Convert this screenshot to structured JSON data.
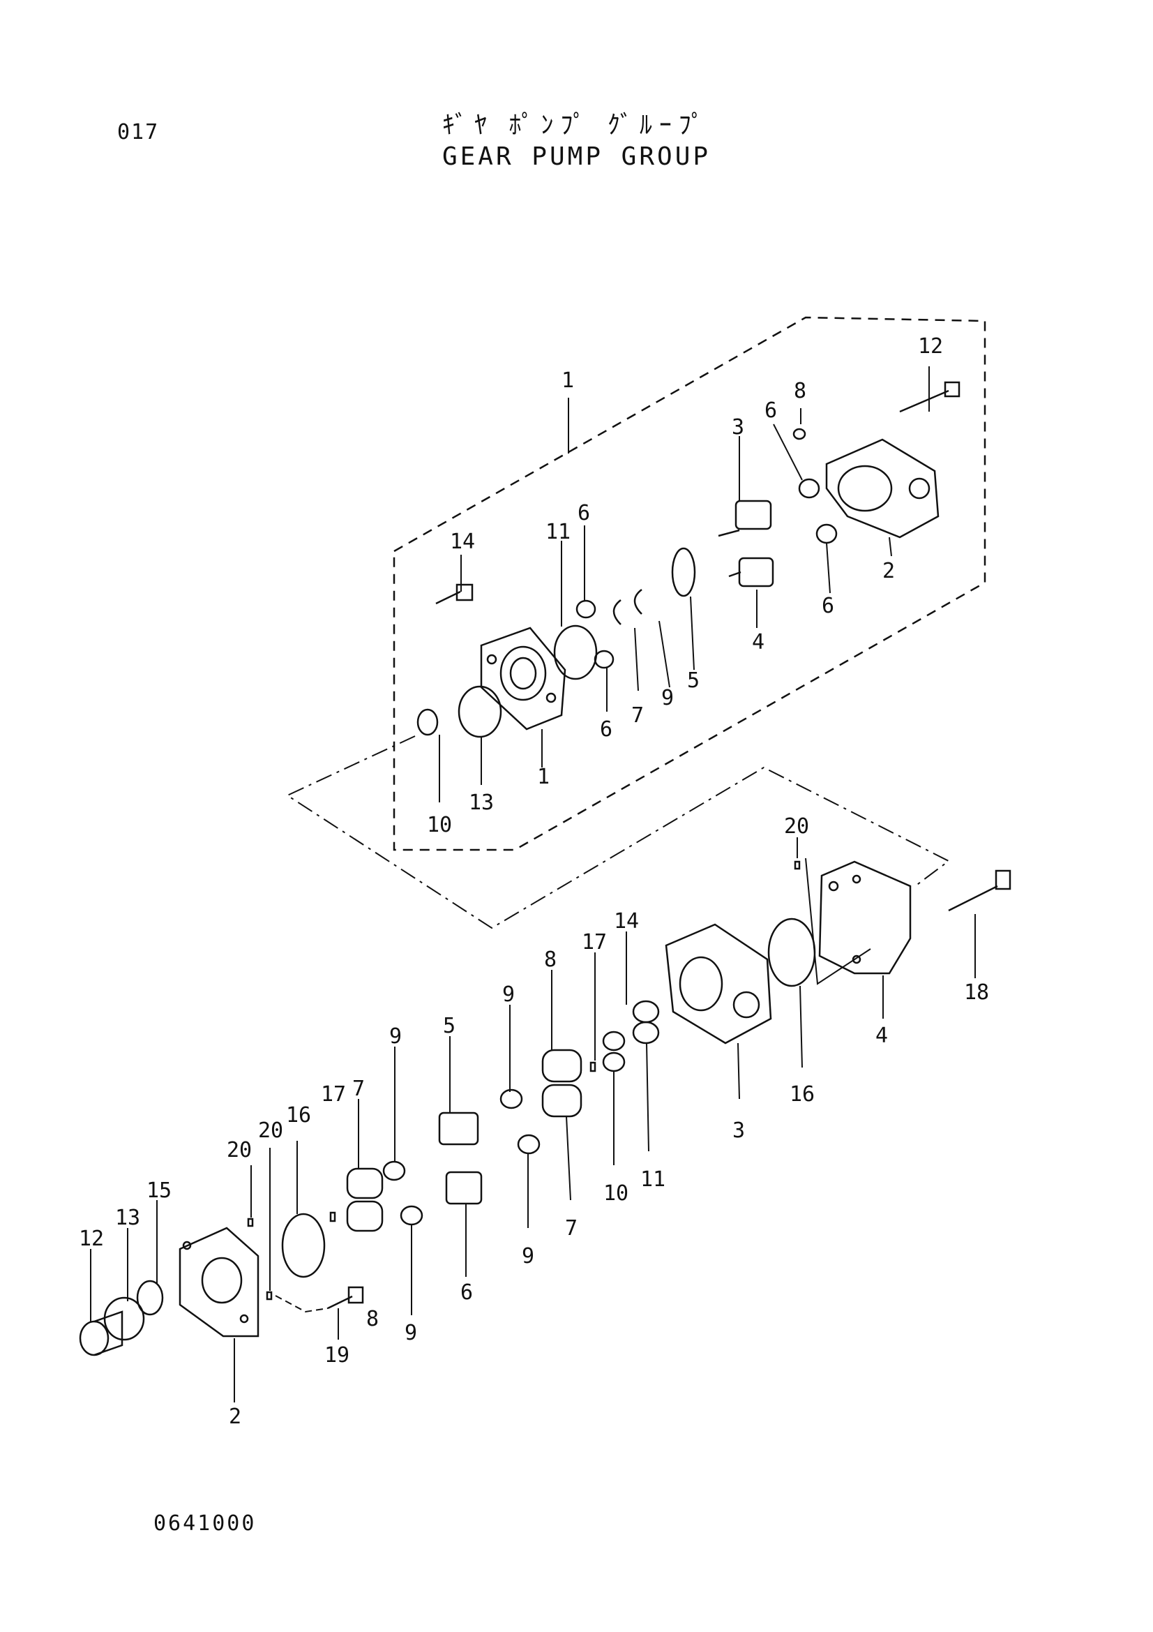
{
  "header": {
    "page_number": "017",
    "title_jp": "ｷﾞﾔ ﾎﾟﾝﾌﾟ ｸﾞﾙｰﾌﾟ",
    "title_en": "GEAR PUMP GROUP"
  },
  "footer": {
    "drawing_number": "0641000"
  },
  "callouts_upper": [
    {
      "id": "u-1",
      "text": "1"
    },
    {
      "id": "u-12",
      "text": "12"
    },
    {
      "id": "u-8",
      "text": "8"
    },
    {
      "id": "u-6a",
      "text": "6"
    },
    {
      "id": "u-3",
      "text": "3"
    },
    {
      "id": "u-2",
      "text": "2"
    },
    {
      "id": "u-6b",
      "text": "6"
    },
    {
      "id": "u-4",
      "text": "4"
    },
    {
      "id": "u-14",
      "text": "14"
    },
    {
      "id": "u-11",
      "text": "11"
    },
    {
      "id": "u-6c",
      "text": "6"
    },
    {
      "id": "u-6d",
      "text": "6"
    },
    {
      "id": "u-7",
      "text": "7"
    },
    {
      "id": "u-9",
      "text": "9"
    },
    {
      "id": "u-5",
      "text": "5"
    },
    {
      "id": "u-1b",
      "text": "1"
    },
    {
      "id": "u-13",
      "text": "13"
    },
    {
      "id": "u-10",
      "text": "10"
    }
  ],
  "callouts_lower": [
    {
      "id": "l-20a",
      "text": "20"
    },
    {
      "id": "l-18",
      "text": "18"
    },
    {
      "id": "l-4",
      "text": "4"
    },
    {
      "id": "l-16a",
      "text": "16"
    },
    {
      "id": "l-3",
      "text": "3"
    },
    {
      "id": "l-14",
      "text": "14"
    },
    {
      "id": "l-17a",
      "text": "17"
    },
    {
      "id": "l-8a",
      "text": "8"
    },
    {
      "id": "l-9a",
      "text": "9"
    },
    {
      "id": "l-11",
      "text": "11"
    },
    {
      "id": "l-10",
      "text": "10"
    },
    {
      "id": "l-7a",
      "text": "7"
    },
    {
      "id": "l-9b",
      "text": "9"
    },
    {
      "id": "l-5",
      "text": "5"
    },
    {
      "id": "l-9c",
      "text": "9"
    },
    {
      "id": "l-7b",
      "text": "7"
    },
    {
      "id": "l-17b",
      "text": "17"
    },
    {
      "id": "l-16b",
      "text": "16"
    },
    {
      "id": "l-20b",
      "text": "20"
    },
    {
      "id": "l-20c",
      "text": "20"
    },
    {
      "id": "l-15",
      "text": "15"
    },
    {
      "id": "l-13",
      "text": "13"
    },
    {
      "id": "l-12",
      "text": "12"
    },
    {
      "id": "l-9d",
      "text": "9"
    },
    {
      "id": "l-6",
      "text": "6"
    },
    {
      "id": "l-8b",
      "text": "8"
    },
    {
      "id": "l-19",
      "text": "19"
    },
    {
      "id": "l-2",
      "text": "2"
    }
  ]
}
